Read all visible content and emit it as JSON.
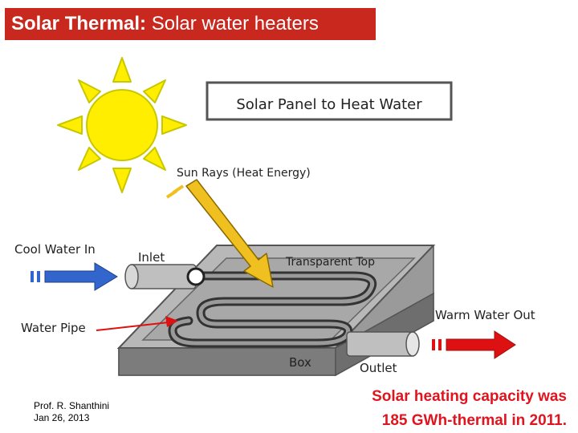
{
  "slide": {
    "title_bold": "Solar Thermal:",
    "title_rest": " Solar water heaters"
  },
  "diagram": {
    "heading": "Solar Panel to Heat Water",
    "sun_rays": "Sun Rays (Heat Energy)",
    "cool_water_in": "Cool Water In",
    "inlet": "Inlet",
    "transparent_top": "Transparent Top",
    "water_pipe": "Water Pipe",
    "warm_water_out": "Warm Water Out",
    "box": "Box",
    "outlet": "Outlet",
    "colors": {
      "sun": "#ffee00",
      "sun_outline": "#c8c800",
      "cool_arrow": "#3366cc",
      "warm_arrow": "#dd1111",
      "sun_ray_arrow": "#f0c020",
      "pipe": "#444444",
      "box_top": "#b8b8b8",
      "box_side": "#8c8c8c"
    }
  },
  "footer": {
    "author": "Prof. R. Shanthini",
    "date": "Jan 26, 2013",
    "stat_line1": "Solar heating capacity was",
    "stat_line2": "185 GWh-thermal in 2011."
  }
}
